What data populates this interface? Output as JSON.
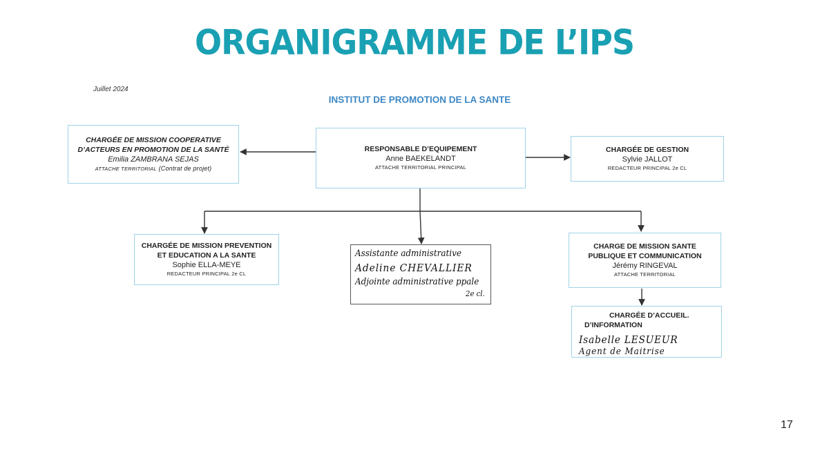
{
  "title": "ORGANIGRAMME DE L’IPS",
  "date": "Juillet 2024",
  "institute": "INSTITUT DE PROMOTION DE LA SANTE",
  "page_number": "17",
  "nodes": {
    "responsable": {
      "role": "RESPONSABLE D’EQUIPEMENT",
      "name": "Anne BAEKELANDT",
      "grade": "ATTACHE TERRITORIAL PRINCIPAL"
    },
    "cooperative": {
      "role_line1": "CHARGÉE DE MISSION COOPERATIVE",
      "role_line2": "D’ACTEURS EN PROMOTION DE LA SANTÉ",
      "name": "Emilia ZAMBRANA SEJAS",
      "grade_caps": "ATTACHE TERRITORIAL",
      "grade_note": " (Contrat de projet)"
    },
    "gestion": {
      "role": "CHARGÉE DE GESTION",
      "name": "Sylvie JALLOT",
      "grade": "REDACTEUR PRINCIPAL 2e CL"
    },
    "prevention": {
      "role_line1": "CHARGÉE DE MISSION PREVENTION",
      "role_line2": "ET EDUCATION A LA SANTE",
      "name": "Sophie ELLA-MEYE",
      "grade": "REDACTEUR PRINCIPAL 2e CL"
    },
    "assistante": {
      "line1": "Assistante administrative",
      "line2": "Adeline CHEVALLIER",
      "line3": "Adjointe administrative ppale",
      "line4": "2e cl."
    },
    "sante_publique": {
      "role_line1": "CHARGE DE MISSION SANTE",
      "role_line2": "PUBLIQUE ET COMMUNICATION",
      "name": "Jérémy RINGEVAL",
      "grade": "ATTACHE TERRITORIAL"
    },
    "accueil": {
      "role_line1": "CHARGÉE D’ACCUEIL.",
      "role_line2": "D’INFORMATION",
      "name": "Isabelle LESUEUR",
      "grade": "Agent de Maitrise"
    }
  }
}
